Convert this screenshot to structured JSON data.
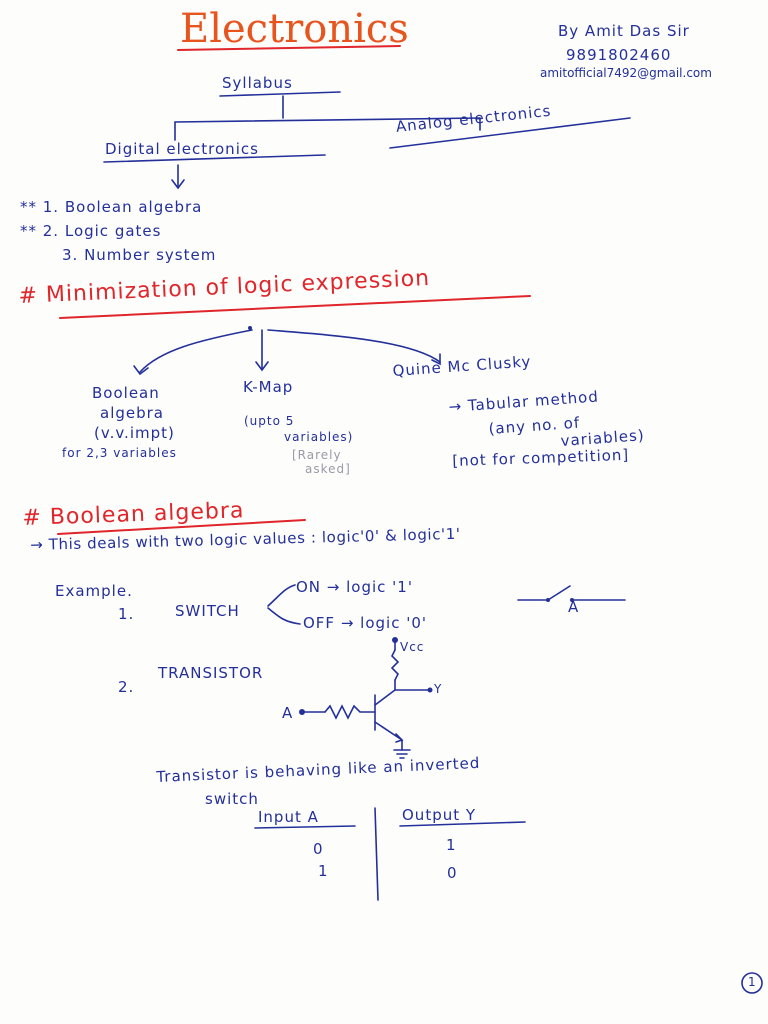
{
  "header": {
    "title": "Electronics",
    "author": "By Amit Das Sir",
    "phone": "9891802460",
    "email": "amitofficial7492@gmail.com"
  },
  "syllabus": {
    "root": "Syllabus",
    "left": "Digital electronics",
    "right": "Analog electronics",
    "items": [
      "** 1. Boolean algebra",
      "** 2. Logic gates",
      "3. Number system"
    ]
  },
  "minimization": {
    "heading": "# Minimization of logic expression",
    "boolean": [
      "Boolean",
      "algebra",
      "(v.v.impt)",
      "for 2,3 variables"
    ],
    "kmap": [
      "K-Map",
      "(upto 5",
      "variables)",
      "[Rarely",
      "asked]"
    ],
    "quine": [
      "Quine Mc Clusky",
      "→ Tabular method",
      "(any no. of",
      "variables)",
      "[not for competition]"
    ]
  },
  "boolean_section": {
    "heading": "# Boolean algebra",
    "intro": "→ This deals with two logic values : logic'0' & logic'1'",
    "example": "Example.",
    "ex1_num": "1.",
    "ex1": "SWITCH",
    "on": "ON → logic '1'",
    "off": "OFF → logic '0'",
    "switch_label": "A",
    "ex2_num": "2.",
    "ex2": "TRANSISTOR",
    "vcc": "Vcc",
    "out_label": "Y",
    "in_label": "A",
    "note1": "Transistor is behaving like an inverted",
    "note2": "switch",
    "table": {
      "headers": [
        "Input A",
        "Output Y"
      ],
      "rows": [
        [
          "0",
          "1"
        ],
        [
          "1",
          "0"
        ]
      ]
    }
  },
  "page_number": "1"
}
